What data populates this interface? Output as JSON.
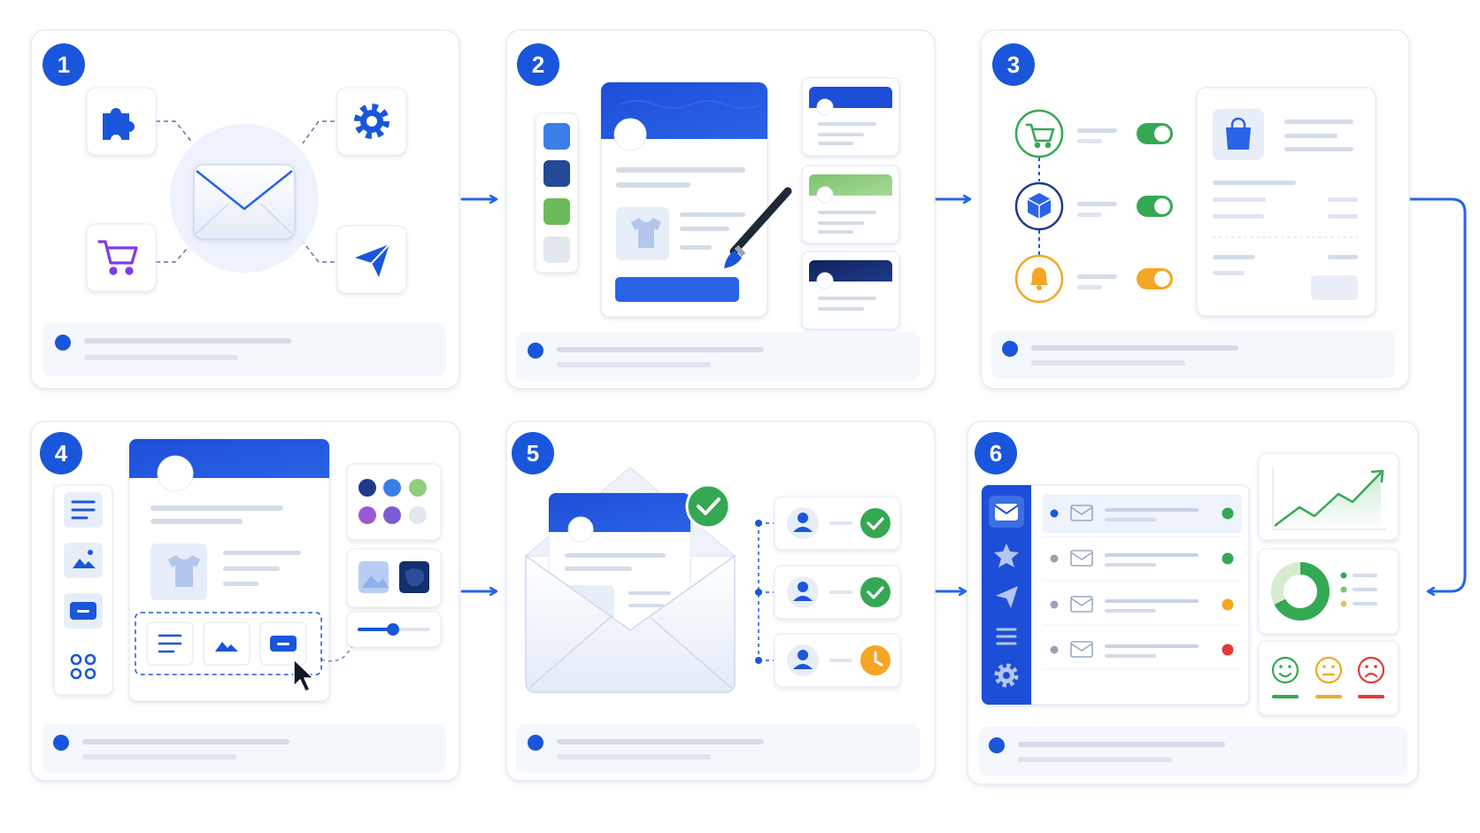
{
  "steps": [
    {
      "number": "1"
    },
    {
      "number": "2"
    },
    {
      "number": "3"
    },
    {
      "number": "4"
    },
    {
      "number": "5"
    },
    {
      "number": "6"
    }
  ],
  "colors": {
    "brand_blue": "#1a56db",
    "dark_blue": "#1e3a8a",
    "success_green": "#34a853",
    "warning_amber": "#f5a623",
    "error_red": "#e53935",
    "card_border": "#e6ebf3",
    "skeleton_line": "#d4dce8",
    "panel_bg": "#f4f7fc"
  },
  "icons": {
    "step1": [
      "puzzle-icon",
      "gear-icon",
      "envelope-icon",
      "cart-icon",
      "paper-plane-icon"
    ],
    "step2": [
      "tshirt-icon",
      "paintbrush-icon"
    ],
    "step3": [
      "cart-icon",
      "box-icon",
      "bell-icon",
      "shopping-bag-icon"
    ],
    "step4": [
      "text-block-icon",
      "image-block-icon",
      "button-block-icon",
      "grid-blocks-icon",
      "tshirt-icon",
      "cursor-icon"
    ],
    "step5": [
      "open-envelope-icon",
      "check-icon",
      "user-icon",
      "clock-icon"
    ],
    "step6": [
      "envelope-icon",
      "star-icon",
      "paper-plane-icon",
      "list-icon",
      "gear-icon",
      "line-chart-icon",
      "donut-chart-icon",
      "happy-face-icon",
      "neutral-face-icon",
      "sad-face-icon"
    ]
  },
  "toggles": [
    {
      "state": "on",
      "color": "#34a853"
    },
    {
      "state": "on",
      "color": "#34a853"
    },
    {
      "state": "on",
      "color": "#f5a623"
    }
  ],
  "send_status": [
    "delivered",
    "delivered",
    "pending"
  ],
  "inbox_status_colors": [
    "#34a853",
    "#34a853",
    "#f5a623",
    "#e53935"
  ]
}
